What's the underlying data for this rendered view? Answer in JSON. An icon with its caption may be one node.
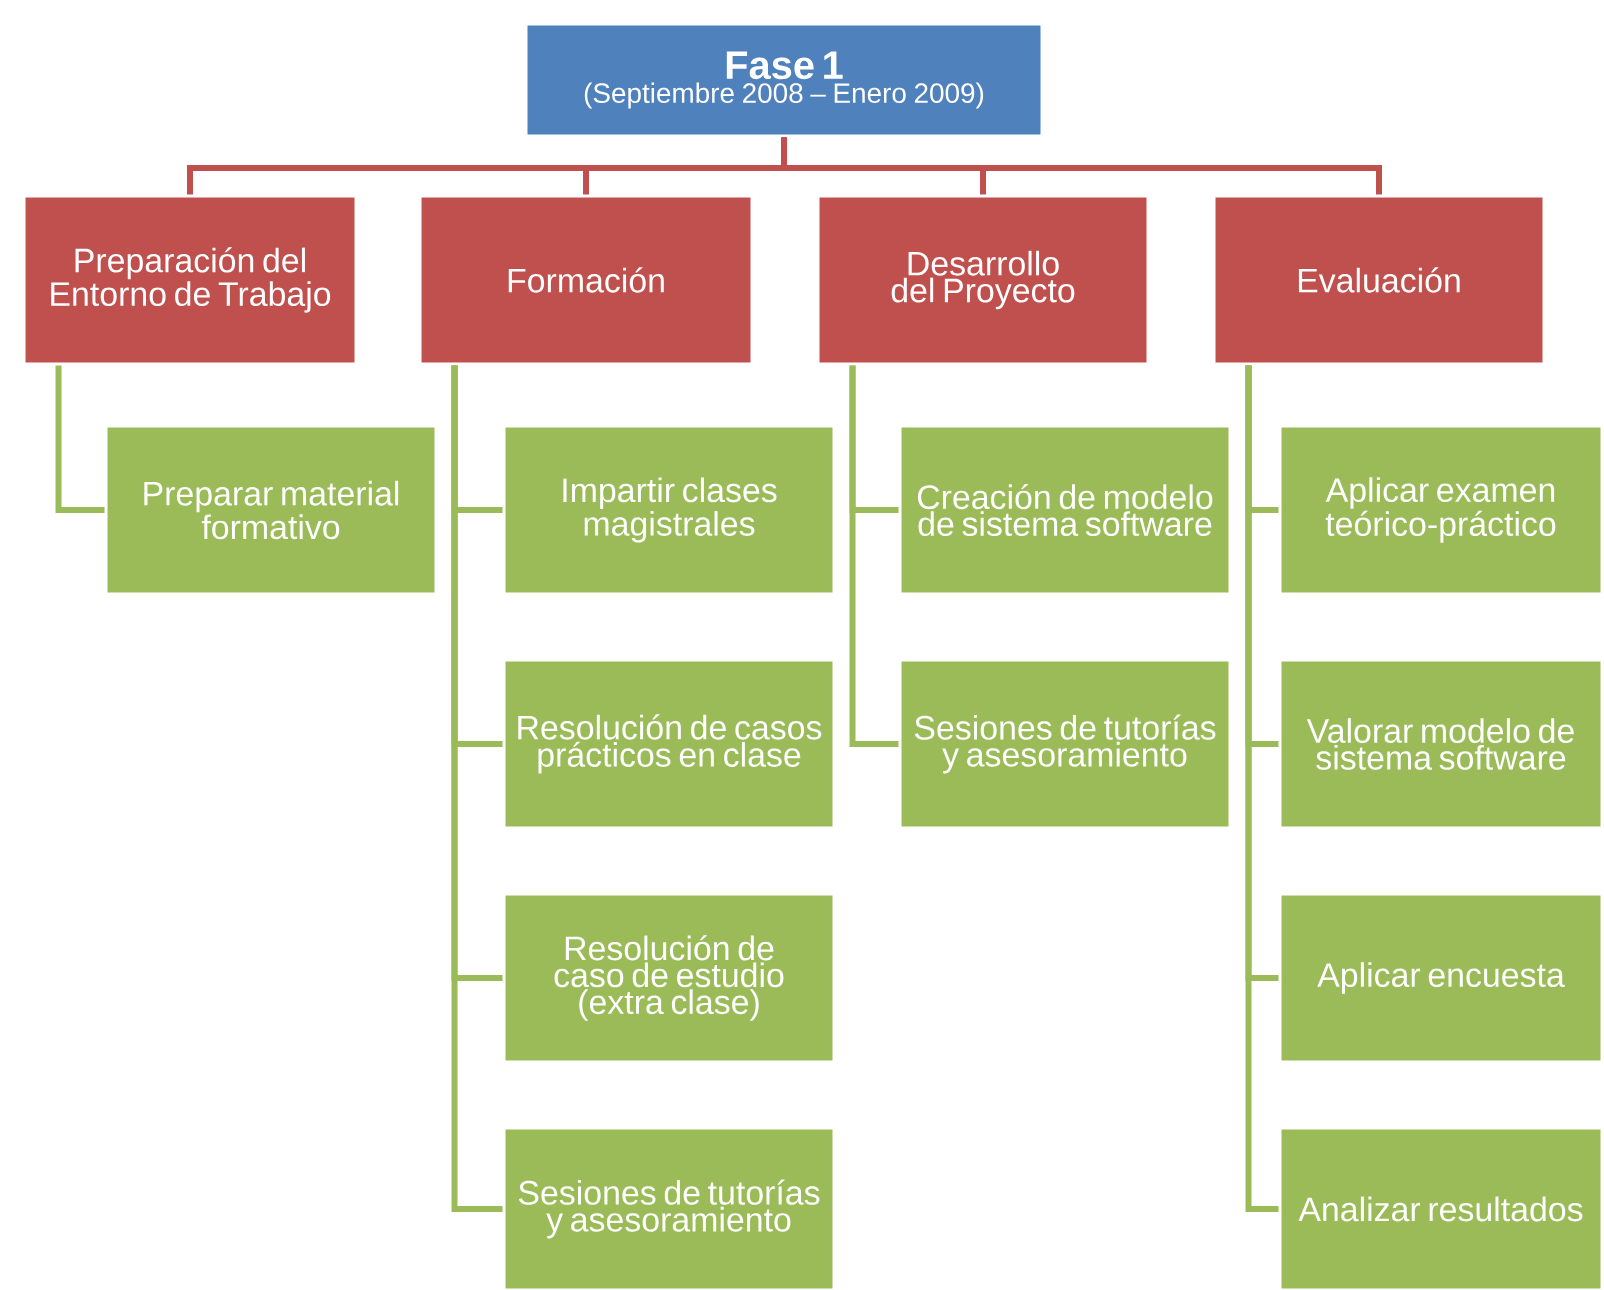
{
  "diagram": {
    "nodes": [
      {
        "text": [
          "Fase 1",
          "(Septiembre 2008 – Enero 2009)"
        ]
      },
      {
        "text": [
          "Preparación del Entorno de Trabajo"
        ]
      },
      {
        "text": [
          "Formación"
        ]
      },
      {
        "text": [
          "Desarrollo del Proyecto"
        ]
      },
      {
        "text": [
          "Evaluación"
        ]
      },
      {
        "text": [
          "Preparar material formativo"
        ]
      },
      {
        "text": [
          "Impartir clases magistrales"
        ]
      },
      {
        "text": [
          "Resolución de casos prácticos en clase"
        ]
      },
      {
        "text": [
          "Resolución de caso de estudio (extra clase)"
        ]
      },
      {
        "text": [
          "Sesiones de tutorías y asesoramiento"
        ]
      },
      {
        "text": [
          "Creación de modelo de sistema software"
        ]
      },
      {
        "text": [
          "Sesiones de tutorías y asesoramiento"
        ]
      },
      {
        "text": [
          "Aplicar examen teórico-práctico"
        ]
      },
      {
        "text": [
          "Valorar modelo de sistema software"
        ]
      },
      {
        "text": [
          "Aplicar encuesta"
        ]
      },
      {
        "text": [
          "Analizar resultados"
        ]
      }
    ],
    "edges": [
      {
        "from": 0,
        "to": 1,
        "arrow": "none",
        "color": "#c0504d"
      },
      {
        "from": 0,
        "to": 2,
        "arrow": "none",
        "color": "#c0504d"
      },
      {
        "from": 0,
        "to": 3,
        "arrow": "none",
        "color": "#c0504d"
      },
      {
        "from": 0,
        "to": 4,
        "arrow": "none",
        "color": "#c0504d"
      },
      {
        "from": 1,
        "to": 5,
        "arrow": "none"
      },
      {
        "from": 2,
        "to": 6,
        "arrow": "none"
      },
      {
        "from": 2,
        "to": 7,
        "arrow": "none"
      },
      {
        "from": 2,
        "to": 8,
        "arrow": "none"
      },
      {
        "from": 2,
        "to": 9,
        "arrow": "none"
      },
      {
        "from": 3,
        "to": 10,
        "arrow": "none"
      },
      {
        "from": 3,
        "to": 11,
        "arrow": "none"
      },
      {
        "from": 4,
        "to": 12,
        "arrow": "none"
      },
      {
        "from": 4,
        "to": 13,
        "arrow": "none"
      },
      {
        "from": 4,
        "to": 14,
        "arrow": "none"
      },
      {
        "from": 4,
        "to": 15,
        "arrow": "none"
      }
    ]
  }
}
